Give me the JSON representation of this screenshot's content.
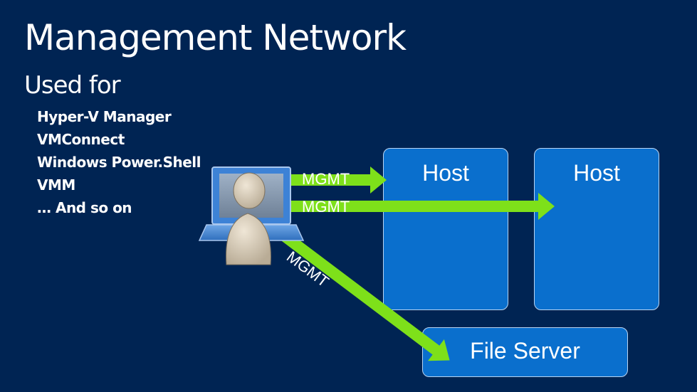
{
  "slide": {
    "title": "Management Network",
    "subtitle": "Used for",
    "bullets": [
      "Hyper-V Manager",
      "VMConnect",
      "Windows Power.Shell",
      "VMM",
      "… And so on"
    ]
  },
  "diagram": {
    "admin_icon": "admin-workstation-icon",
    "nodes": {
      "host1": "Host",
      "host2": "Host",
      "file_server": "File Server"
    },
    "connections": [
      "MGMT",
      "MGMT",
      "MGMT"
    ]
  },
  "colors": {
    "background": "#002453",
    "node_fill": "#0a6fcd",
    "arrow": "#7ee01a"
  }
}
